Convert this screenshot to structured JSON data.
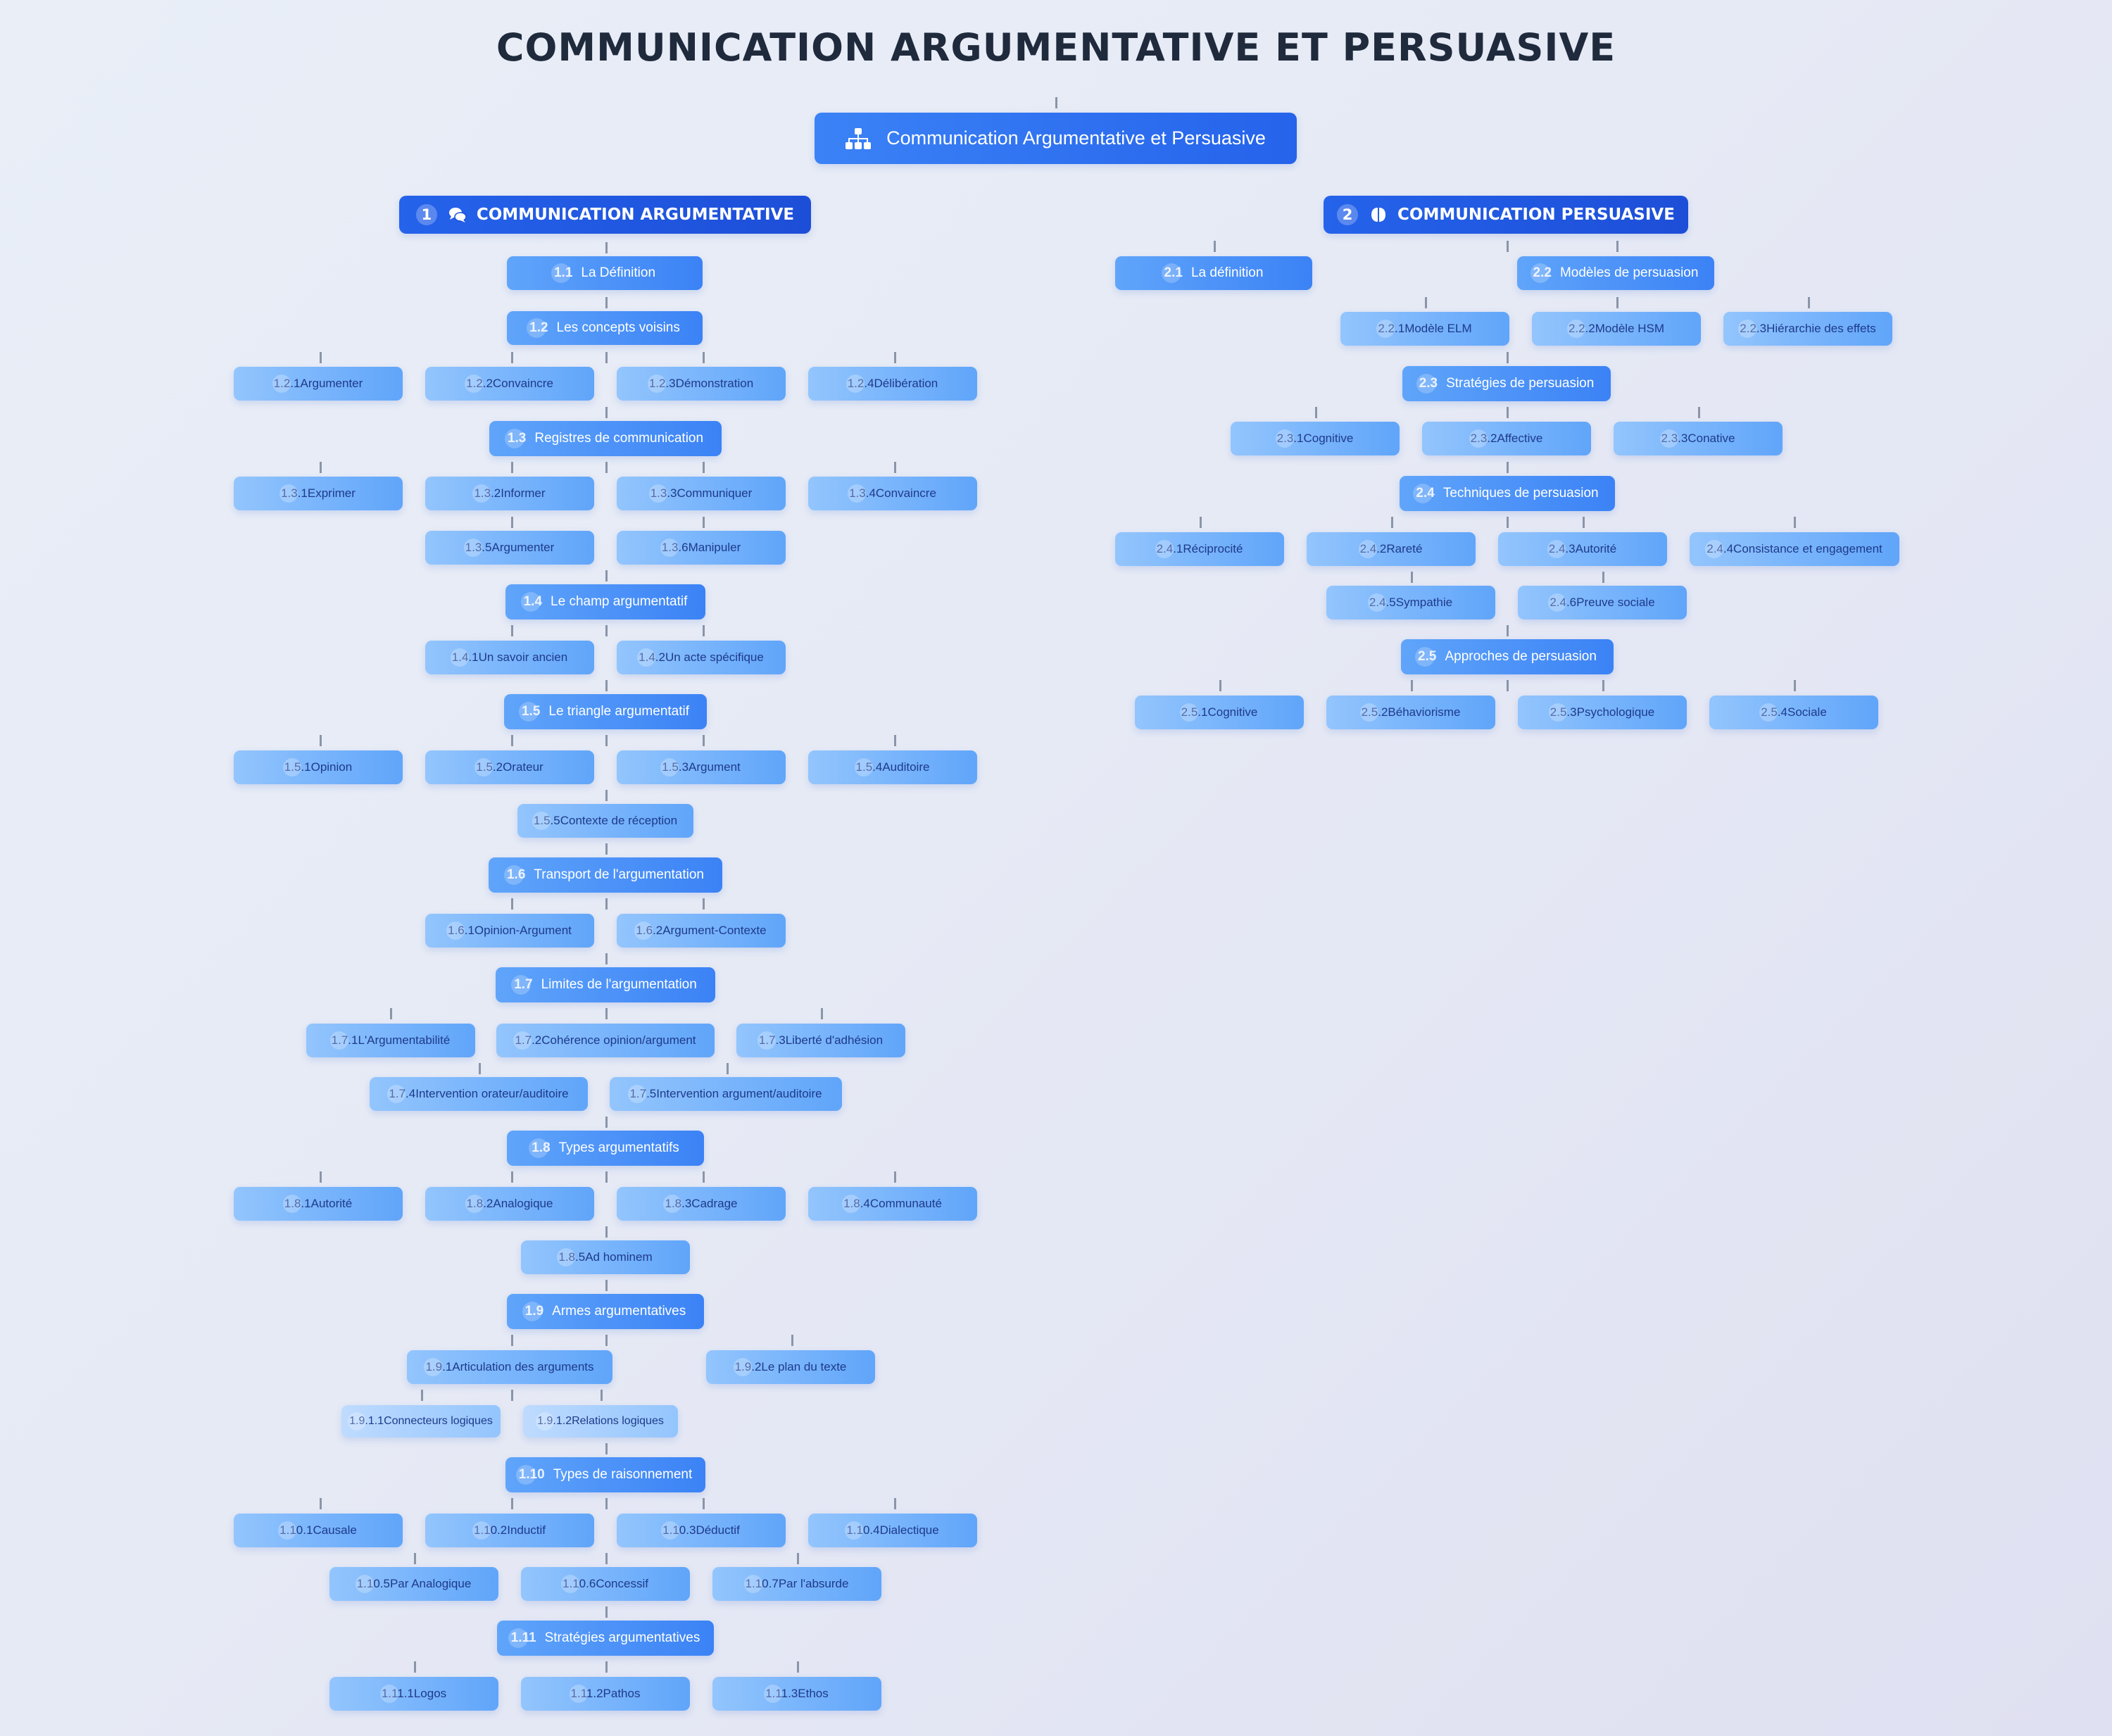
{
  "title": "COMMUNICATION ARGUMENTATIVE ET PERSUASIVE",
  "colors": {
    "background": "#e6eaf5",
    "title": "#1f2a3c",
    "section": "#1d4ed8",
    "level2": "#3b82f6",
    "leaf": "#93c5fd",
    "leaf_text": "#1e3a8a",
    "connector": "#8a95a8"
  },
  "root": {
    "label": "Communication Argumentative et Persuasive",
    "icon": "sitemap-icon"
  },
  "sections": [
    {
      "num": "1",
      "label": "COMMUNICATION ARGUMENTATIVE",
      "icon": "comments-icon"
    },
    {
      "num": "2",
      "label": "COMMUNICATION PERSUASIVE",
      "icon": "brain-icon"
    }
  ],
  "s1": {
    "n1_1": {
      "num": "1.1",
      "label": "La Définition"
    },
    "n1_2": {
      "num": "1.2",
      "label": "Les concepts voisins"
    },
    "n1_2_1": {
      "num": "1.2.1",
      "label": "Argumenter"
    },
    "n1_2_2": {
      "num": "1.2.2",
      "label": "Convaincre"
    },
    "n1_2_3": {
      "num": "1.2.3",
      "label": "Démonstration"
    },
    "n1_2_4": {
      "num": "1.2.4",
      "label": "Délibération"
    },
    "n1_3": {
      "num": "1.3",
      "label": "Registres de communication"
    },
    "n1_3_1": {
      "num": "1.3.1",
      "label": "Exprimer"
    },
    "n1_3_2": {
      "num": "1.3.2",
      "label": "Informer"
    },
    "n1_3_3": {
      "num": "1.3.3",
      "label": "Communiquer"
    },
    "n1_3_4": {
      "num": "1.3.4",
      "label": "Convaincre"
    },
    "n1_3_5": {
      "num": "1.3.5",
      "label": "Argumenter"
    },
    "n1_3_6": {
      "num": "1.3.6",
      "label": "Manipuler"
    },
    "n1_4": {
      "num": "1.4",
      "label": "Le champ argumentatif"
    },
    "n1_4_1": {
      "num": "1.4.1",
      "label": "Un savoir ancien"
    },
    "n1_4_2": {
      "num": "1.4.2",
      "label": "Un acte spécifique"
    },
    "n1_5": {
      "num": "1.5",
      "label": "Le triangle argumentatif"
    },
    "n1_5_1": {
      "num": "1.5.1",
      "label": "Opinion"
    },
    "n1_5_2": {
      "num": "1.5.2",
      "label": "Orateur"
    },
    "n1_5_3": {
      "num": "1.5.3",
      "label": "Argument"
    },
    "n1_5_4": {
      "num": "1.5.4",
      "label": "Auditoire"
    },
    "n1_5_5": {
      "num": "1.5.5",
      "label": "Contexte de réception"
    },
    "n1_6": {
      "num": "1.6",
      "label": "Transport de l'argumentation"
    },
    "n1_6_1": {
      "num": "1.6.1",
      "label": "Opinion-Argument"
    },
    "n1_6_2": {
      "num": "1.6.2",
      "label": "Argument-Contexte"
    },
    "n1_7": {
      "num": "1.7",
      "label": "Limites de l'argumentation"
    },
    "n1_7_1": {
      "num": "1.7.1",
      "label": "L'Argumentabilité"
    },
    "n1_7_2": {
      "num": "1.7.2",
      "label": "Cohérence opinion/argument"
    },
    "n1_7_3": {
      "num": "1.7.3",
      "label": "Liberté d'adhésion"
    },
    "n1_7_4": {
      "num": "1.7.4",
      "label": "Intervention orateur/auditoire"
    },
    "n1_7_5": {
      "num": "1.7.5",
      "label": "Intervention argument/auditoire"
    },
    "n1_8": {
      "num": "1.8",
      "label": "Types argumentatifs"
    },
    "n1_8_1": {
      "num": "1.8.1",
      "label": "Autorité"
    },
    "n1_8_2": {
      "num": "1.8.2",
      "label": "Analogique"
    },
    "n1_8_3": {
      "num": "1.8.3",
      "label": "Cadrage"
    },
    "n1_8_4": {
      "num": "1.8.4",
      "label": "Communauté"
    },
    "n1_8_5": {
      "num": "1.8.5",
      "label": "Ad hominem"
    },
    "n1_9": {
      "num": "1.9",
      "label": "Armes argumentatives"
    },
    "n1_9_1": {
      "num": "1.9.1",
      "label": "Articulation des arguments"
    },
    "n1_9_2": {
      "num": "1.9.2",
      "label": "Le plan du texte"
    },
    "n1_9_1_1": {
      "num": "1.9.1.1",
      "label": "Connecteurs logiques"
    },
    "n1_9_1_2": {
      "num": "1.9.1.2",
      "label": "Relations logiques"
    },
    "n1_10": {
      "num": "1.10",
      "label": "Types de raisonnement"
    },
    "n1_10_1": {
      "num": "1.10.1",
      "label": "Causale"
    },
    "n1_10_2": {
      "num": "1.10.2",
      "label": "Inductif"
    },
    "n1_10_3": {
      "num": "1.10.3",
      "label": "Déductif"
    },
    "n1_10_4": {
      "num": "1.10.4",
      "label": "Dialectique"
    },
    "n1_10_5": {
      "num": "1.10.5",
      "label": "Par Analogique"
    },
    "n1_10_6": {
      "num": "1.10.6",
      "label": "Concessif"
    },
    "n1_10_7": {
      "num": "1.10.7",
      "label": "Par l'absurde"
    },
    "n1_11": {
      "num": "1.11",
      "label": "Stratégies argumentatives"
    },
    "n1_11_1": {
      "num": "1.11.1",
      "label": "Logos"
    },
    "n1_11_2": {
      "num": "1.11.2",
      "label": "Pathos"
    },
    "n1_11_3": {
      "num": "1.11.3",
      "label": "Ethos"
    }
  },
  "s2": {
    "n2_1": {
      "num": "2.1",
      "label": "La définition"
    },
    "n2_2": {
      "num": "2.2",
      "label": "Modèles de persuasion"
    },
    "n2_2_1": {
      "num": "2.2.1",
      "label": "Modèle ELM"
    },
    "n2_2_2": {
      "num": "2.2.2",
      "label": "Modèle HSM"
    },
    "n2_2_3": {
      "num": "2.2.3",
      "label": "Hiérarchie des effets"
    },
    "n2_3": {
      "num": "2.3",
      "label": "Stratégies de persuasion"
    },
    "n2_3_1": {
      "num": "2.3.1",
      "label": "Cognitive"
    },
    "n2_3_2": {
      "num": "2.3.2",
      "label": "Affective"
    },
    "n2_3_3": {
      "num": "2.3.3",
      "label": "Conative"
    },
    "n2_4": {
      "num": "2.4",
      "label": "Techniques de persuasion"
    },
    "n2_4_1": {
      "num": "2.4.1",
      "label": "Réciprocité"
    },
    "n2_4_2": {
      "num": "2.4.2",
      "label": "Rareté"
    },
    "n2_4_3": {
      "num": "2.4.3",
      "label": "Autorité"
    },
    "n2_4_4": {
      "num": "2.4.4",
      "label": "Consistance et engagement"
    },
    "n2_4_5": {
      "num": "2.4.5",
      "label": "Sympathie"
    },
    "n2_4_6": {
      "num": "2.4.6",
      "label": "Preuve sociale"
    },
    "n2_5": {
      "num": "2.5",
      "label": "Approches de persuasion"
    },
    "n2_5_1": {
      "num": "2.5.1",
      "label": "Cognitive"
    },
    "n2_5_2": {
      "num": "2.5.2",
      "label": "Béhaviorisme"
    },
    "n2_5_3": {
      "num": "2.5.3",
      "label": "Psychologique"
    },
    "n2_5_4": {
      "num": "2.5.4",
      "label": "Sociale"
    }
  }
}
